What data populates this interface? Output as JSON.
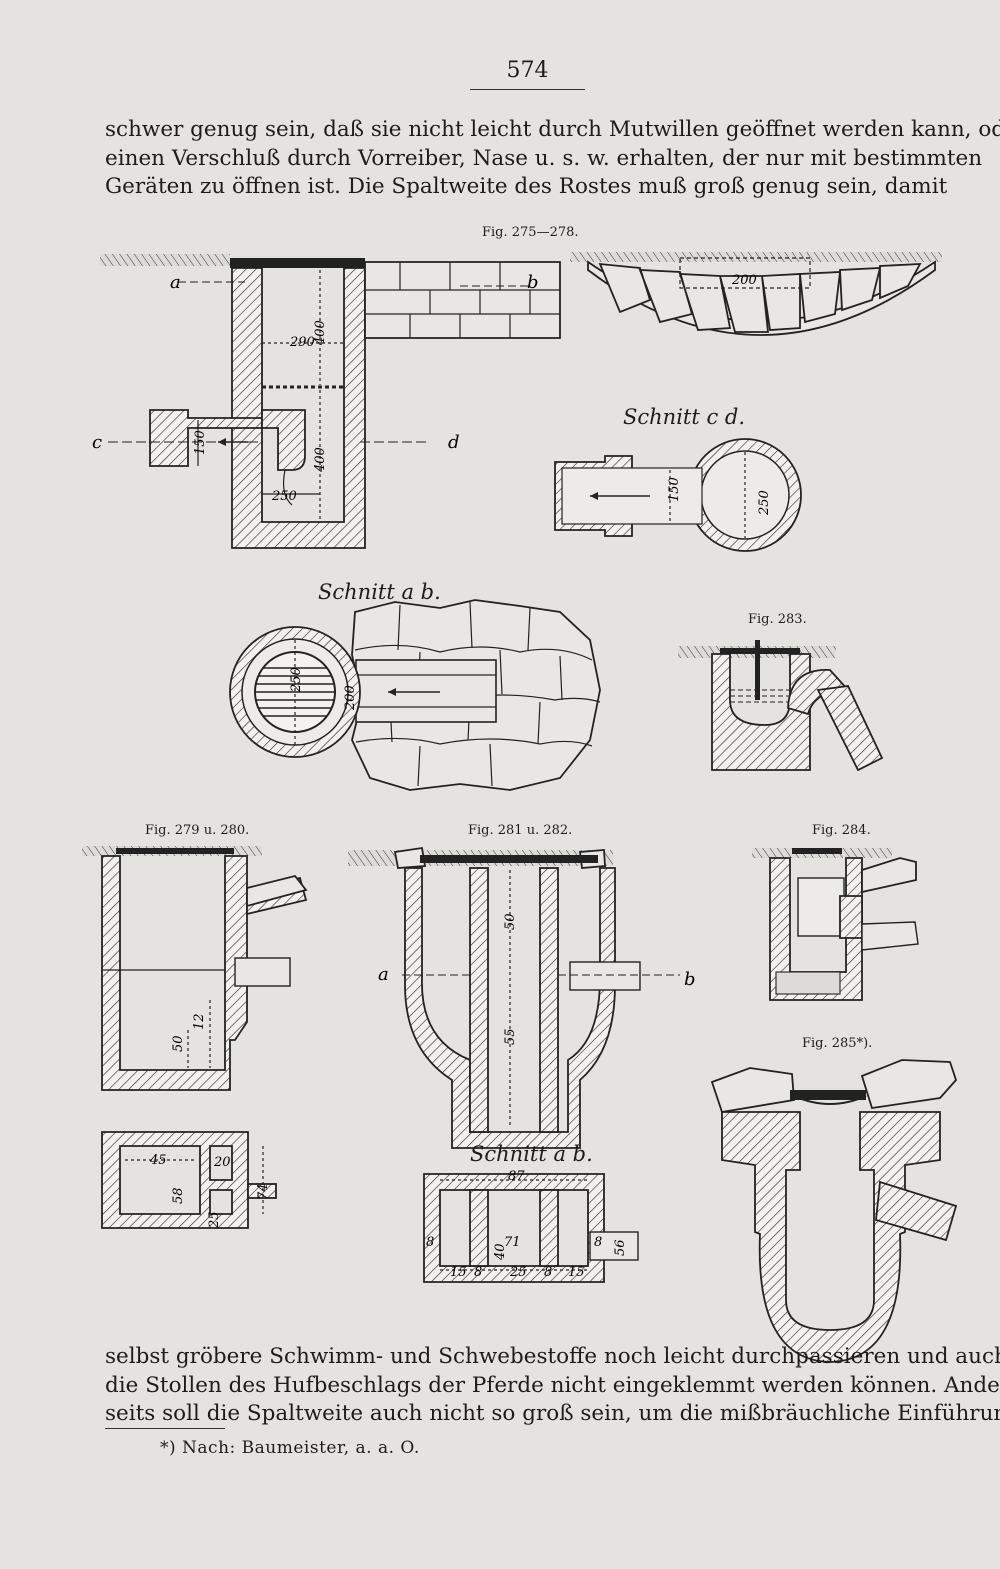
{
  "page": {
    "number": "574",
    "top_text": [
      "schwer genug sein, daß sie nicht leicht durch Mutwillen geöffnet werden kann, oder",
      "einen Verschluß durch Vorreiber, Nase u. s. w. erhalten, der nur mit bestimmten",
      "Geräten zu öffnen ist.  Die Spaltweite des Rostes muß groß genug sein, damit"
    ],
    "bottom_text": [
      "selbst gröbere Schwimm- und Schwebestoffe noch leicht durchpassieren und auch",
      "die Stollen des Hufbeschlags der Pferde nicht eingeklemmt werden können.  Anderer-",
      "seits soll die Spaltweite auch nicht so groß sein, um die mißbräuchliche Einführung"
    ],
    "footnote": "*) Nach: Baumeister, a. a. O."
  },
  "figures": {
    "fig_275_278": "Fig. 275—278.",
    "fig_279_280": "Fig. 279 u. 280.",
    "fig_281_282": "Fig. 281 u. 282.",
    "fig_283": "Fig. 283.",
    "fig_284": "Fig. 284.",
    "fig_285": "Fig. 285*).",
    "schnitt_cd": "Schnitt c d.",
    "schnitt_ab_1": "Schnitt a b.",
    "schnitt_ab_2": "Schnitt a b."
  },
  "labels": {
    "a": "a",
    "b": "b",
    "c": "c",
    "d": "d",
    "d290": "290",
    "d400a": "400",
    "d400b": "400",
    "d150": "150",
    "d250": "250",
    "d200": "200",
    "d150b": "150",
    "d250b": "250",
    "d250c": "250",
    "d200b": "200",
    "d50": "50",
    "d55": "55",
    "d12": "12",
    "d50b": "50",
    "d45": "45",
    "d20": "20",
    "d58": "58",
    "d25": "25",
    "d74": "74",
    "d87": "87",
    "d71": "71",
    "d40": "40",
    "d8a": "8",
    "d8b": "8",
    "d8c": "8",
    "d8d": "8",
    "d56": "56",
    "d15a": "15",
    "d25b": "25",
    "d15b": "15"
  }
}
